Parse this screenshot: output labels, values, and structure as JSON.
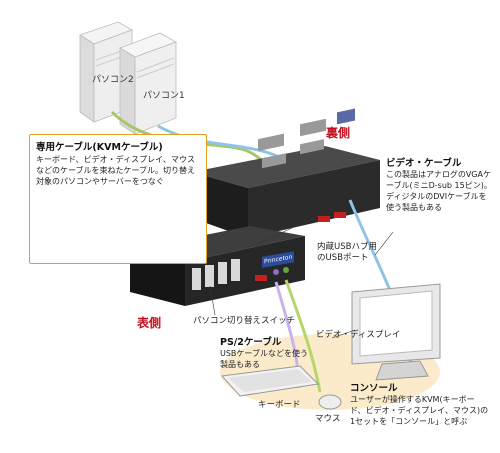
{
  "labels": {
    "pc2": "パソコン2",
    "pc1": "パソコン1",
    "rear": "裏側",
    "front": "表側",
    "usb_hub": "内蔵USBハブ用\nのUSBポート",
    "switch": "パソコン切り替えスイッチ",
    "display": "ビデオ・ディスプレイ",
    "keyboard": "キーボード",
    "mouse": "マウス"
  },
  "kvm_cable": {
    "title": "専用ケーブル(KVMケーブル)",
    "body": "キーボード、ビデオ・ディスプレイ、マウスなどのケーブルを束ねたケーブル。切り替え対象のパソコンやサーバーをつなぐ"
  },
  "video_cable": {
    "title": "ビデオ・ケーブル",
    "body": "この製品はアナログのVGAケーブル(ミニD-sub 15ピン)。ディジタルのDVIケーブルを使う製品もある"
  },
  "ps2_cable": {
    "title": "PS/2ケーブル",
    "body": "USBケーブルなどを使う製品もある"
  },
  "console": {
    "title": "コンソール",
    "body": "ユーザーが操作するKVM(キーボード、ビデオ・ディスプレイ、マウス)の1セットを「コンソール」と呼ぶ"
  },
  "brand": "Princeton"
}
